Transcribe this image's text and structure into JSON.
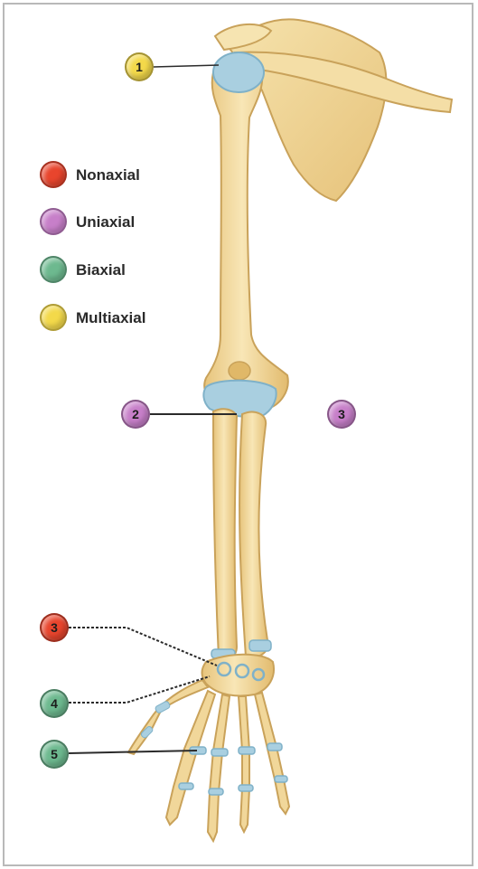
{
  "legend": [
    {
      "label": "Nonaxial",
      "color": "#e8452d"
    },
    {
      "label": "Uniaxial",
      "color": "#c77fc9"
    },
    {
      "label": "Biaxial",
      "color": "#6db98f"
    },
    {
      "label": "Multiaxial",
      "color": "#f3d94a"
    }
  ],
  "markers": [
    {
      "label": "1",
      "color": "#f3d94a"
    },
    {
      "label": "2",
      "color": "#c77fc9"
    },
    {
      "label": "3",
      "color": "#c77fc9"
    },
    {
      "label": "3",
      "color": "#e8452d"
    },
    {
      "label": "4",
      "color": "#6db98f"
    },
    {
      "label": "5",
      "color": "#6db98f"
    }
  ],
  "colors": {
    "bone": "#f1d79a",
    "bone_outline": "#c9a25a",
    "cartilage": "#a9cfe0",
    "leader": "#2b2b2b",
    "frame": "#b9b9b9"
  }
}
